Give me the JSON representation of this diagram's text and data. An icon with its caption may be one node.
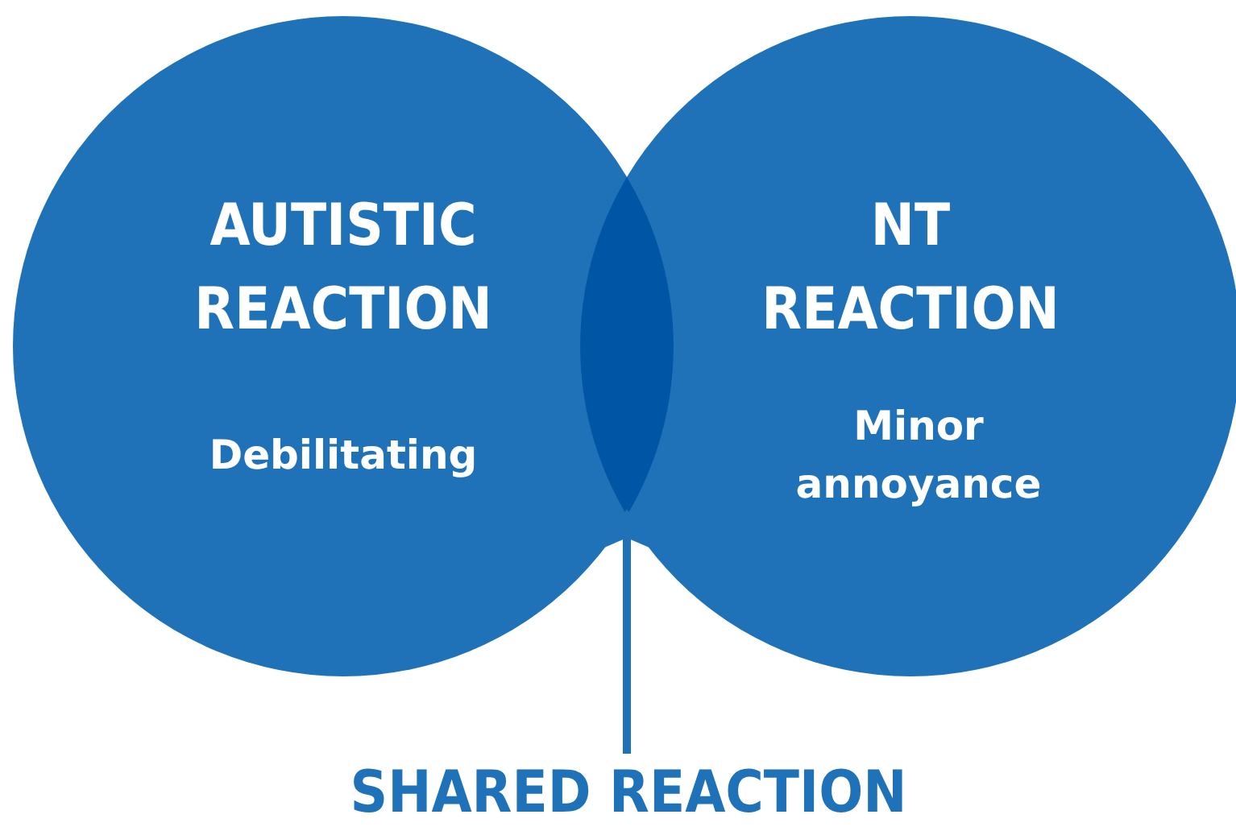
{
  "diagram": {
    "nodes": [
      {
        "text": [
          "AUTISTIC REACTION",
          "Debilitating"
        ]
      },
      {
        "text": [
          "NT REACTION",
          "Minor annoyance"
        ]
      },
      {
        "text": [],
        "shape": "lens"
      },
      {
        "text": [
          "SHARED REACTION"
        ]
      }
    ],
    "edges": [
      {
        "from": 3,
        "to": 2,
        "arrow": "to"
      }
    ]
  }
}
